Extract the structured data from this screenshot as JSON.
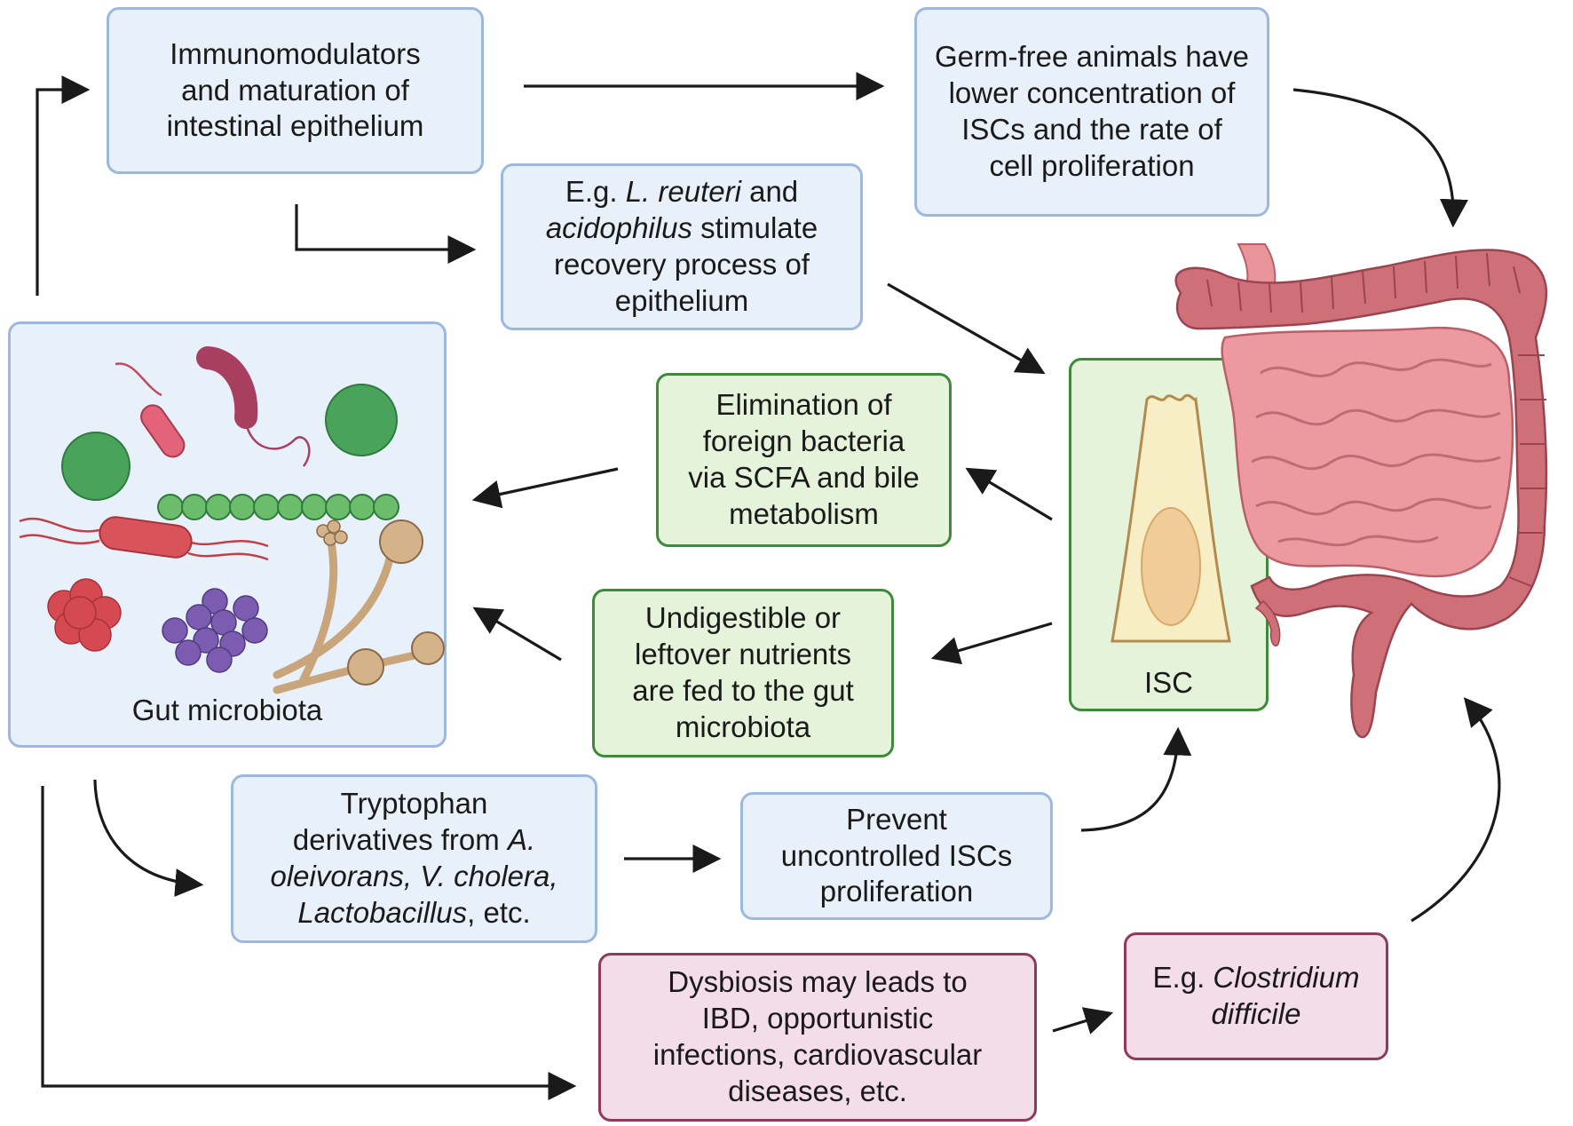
{
  "boxes": {
    "immunomodulators": "Immunomodulators\nand maturation of\nintestinal epithelium",
    "germ_free": "Germ-free animals have\nlower concentration of\nISCs and the rate of\ncell proliferation",
    "reuteri": {
      "l1_pre": "E.g. ",
      "l1_it": "L. reuteri",
      "l1_post": " and",
      "l2_it": "acidophilus",
      "l2_post": " stimulate",
      "l3": "recovery process of",
      "l4": "epithelium"
    },
    "elimination": "Elimination of\nforeign bacteria\nvia SCFA and bile\nmetabolism",
    "undigestible": "Undigestible or\nleftover nutrients\nare fed to the gut\nmicrobiota",
    "tryptophan": {
      "l1": "Tryptophan",
      "l2_pre": "derivatives from ",
      "l2_it": "A.",
      "l3_it": "oleivorans, V. cholera,",
      "l4_it": "Lactobacillus",
      "l4_post": ", etc."
    },
    "prevent": "Prevent\nuncontrolled ISCs\nproliferation",
    "dysbiosis": "Dysbiosis may leads to\nIBD, opportunistic\ninfections, cardiovascular\ndiseases, etc.",
    "clostridium": {
      "l1_pre": "E.g. ",
      "l1_it": "Clostridium",
      "l2_it": "difficile"
    }
  },
  "labels": {
    "gut_microbiota": "Gut microbiota",
    "isc": "ISC"
  },
  "colors": {
    "blue_fill": "#e8f0fa",
    "blue_border": "#9db8de",
    "green_fill": "#e4f3da",
    "green_border": "#3f8a3a",
    "pink_fill": "#f3dde6",
    "pink_border": "#8d3a5c",
    "intestine": "#e8949a",
    "colon": "#cf7078",
    "arrow": "#1a1a1a"
  }
}
